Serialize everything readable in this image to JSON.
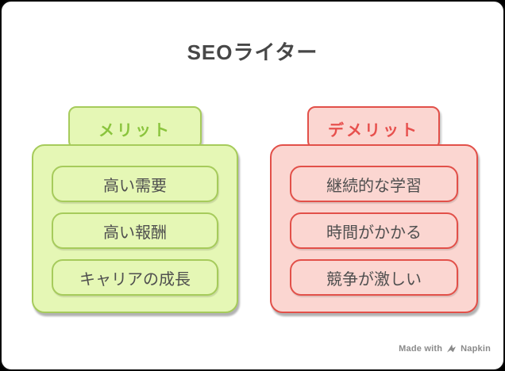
{
  "title": "SEOライター",
  "groups": [
    {
      "id": "merit",
      "header": "メリット",
      "items": [
        "高い需要",
        "高い報酬",
        "キャリアの成長"
      ],
      "colors": {
        "fill": "#e5f7b5",
        "border": "#a6cb5b",
        "header_text": "#8ac43d"
      }
    },
    {
      "id": "demerit",
      "header": "デメリット",
      "items": [
        "継続的な学習",
        "時間がかかる",
        "競争が激しい"
      ],
      "colors": {
        "fill": "#fbd6d1",
        "border": "#e25049",
        "header_text": "#e7504d"
      }
    }
  ],
  "item_text_color": "#4f4f4f",
  "title_color": "#474747",
  "watermark": {
    "prefix": "Made with",
    "brand": "Napkin",
    "color": "#8a8a8a"
  }
}
